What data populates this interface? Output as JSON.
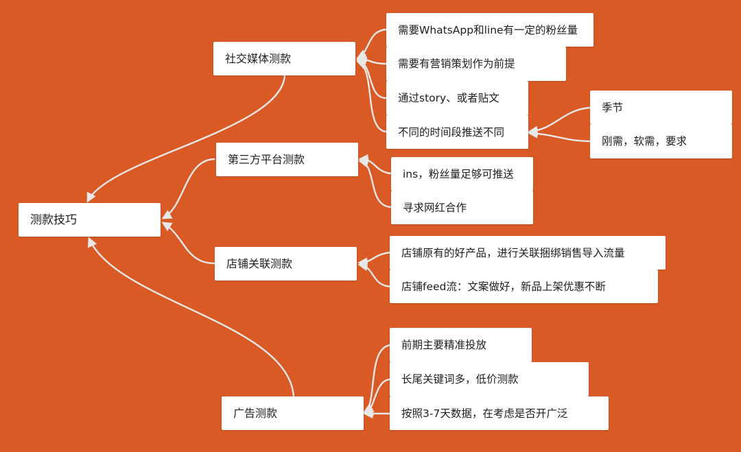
{
  "mindmap": {
    "root": {
      "label": "测款技巧"
    },
    "branches": [
      {
        "label": "社交媒体测款",
        "children": [
          {
            "label": "需要WhatsApp和line有一定的粉丝量"
          },
          {
            "label": "需要有营销策划作为前提"
          },
          {
            "label": "通过story、或者贴文"
          },
          {
            "label": "不同的时间段推送不同",
            "children": [
              {
                "label": "季节"
              },
              {
                "label": "刚需，软需，要求"
              }
            ]
          }
        ]
      },
      {
        "label": "第三方平台测款",
        "children": [
          {
            "label": "ins，粉丝量足够可推送"
          },
          {
            "label": "寻求网红合作"
          }
        ]
      },
      {
        "label": "店铺关联测款",
        "children": [
          {
            "label": "店铺原有的好产品，进行关联捆绑销售导入流量"
          },
          {
            "label": "店铺feed流：文案做好，新品上架优惠不断"
          }
        ]
      },
      {
        "label": "广告测款",
        "children": [
          {
            "label": "前期主要精准投放"
          },
          {
            "label": "长尾关键词多，低价测款"
          },
          {
            "label": "按照3-7天数据，在考虑是否开广泛"
          }
        ]
      }
    ]
  }
}
